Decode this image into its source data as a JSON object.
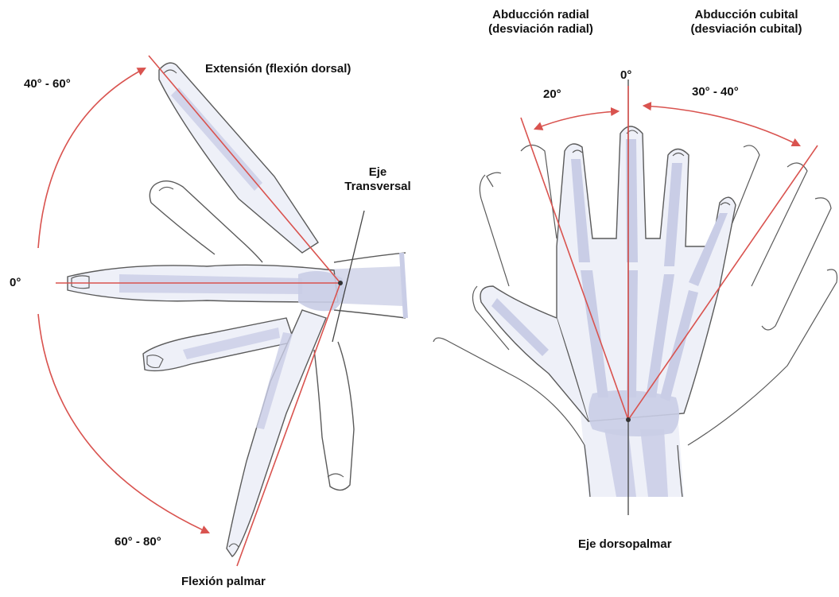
{
  "colors": {
    "accent": "#d9534f",
    "outline": "#5a5a5a",
    "bone": "#c9cde6",
    "background": "#ffffff"
  },
  "left_panel": {
    "angle_extension": "40° - 60°",
    "angle_flexion": "60° - 80°",
    "zero": "0°",
    "label_extension": "Extensión (flexión dorsal)",
    "label_flexion": "Flexión palmar",
    "axis_line1": "Eje",
    "axis_line2": "Transversal"
  },
  "right_panel": {
    "radial_line1": "Abducción radial",
    "radial_line2": "(desviación radial)",
    "ulnar_line1": "Abducción cubital",
    "ulnar_line2": "(desviación cubital)",
    "zero": "0°",
    "angle_radial": "20°",
    "angle_ulnar": "30° - 40°",
    "axis_label": "Eje dorsopalmar"
  }
}
